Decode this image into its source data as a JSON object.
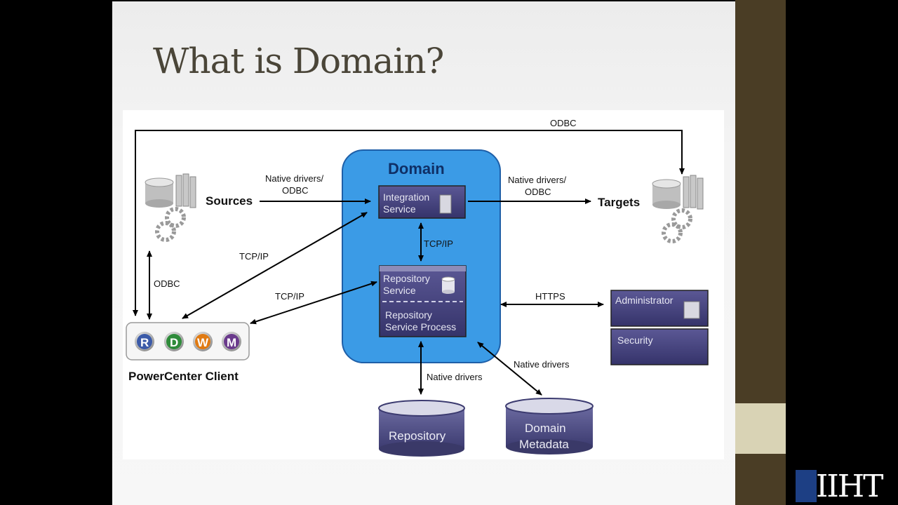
{
  "slide": {
    "title": "What is Domain?"
  },
  "diagram": {
    "domain_label": "Domain",
    "integration_service": "Integration Service",
    "integration_line1": "Integration",
    "integration_line2": "Service",
    "repository_service_line1": "Repository",
    "repository_service_line2": "Service",
    "repository_process_line1": "Repository",
    "repository_process_line2": "Service Process",
    "sources": "Sources",
    "targets": "Targets",
    "odbc_top": "ODBC",
    "native_odbc_left_1": "Native drivers/",
    "native_odbc_left_2": "ODBC",
    "native_odbc_right_1": "Native drivers/",
    "native_odbc_right_2": "ODBC",
    "tcpip_inner": "TCP/IP",
    "tcpip_upper": "TCP/IP",
    "tcpip_lower": "TCP/IP",
    "odbc_left": "ODBC",
    "https": "HTTPS",
    "administrator": "Administrator",
    "security": "Security",
    "native_drivers_left": "Native drivers",
    "native_drivers_right": "Native drivers",
    "repository": "Repository",
    "domain_metadata_1": "Domain",
    "domain_metadata_2": "Metadata",
    "powercenter_client": "PowerCenter Client",
    "client_icons": [
      "R",
      "D",
      "W",
      "M"
    ],
    "client_icon_colors": [
      "#3b5aa8",
      "#2e8b3a",
      "#e07a12",
      "#6a3a8c"
    ]
  },
  "brand": {
    "logo_text": "IIHT"
  },
  "colors": {
    "domain_fill": "#3b9be6",
    "service_fill": "#3e3b78",
    "cylinder_fill": "#4b4a82"
  }
}
